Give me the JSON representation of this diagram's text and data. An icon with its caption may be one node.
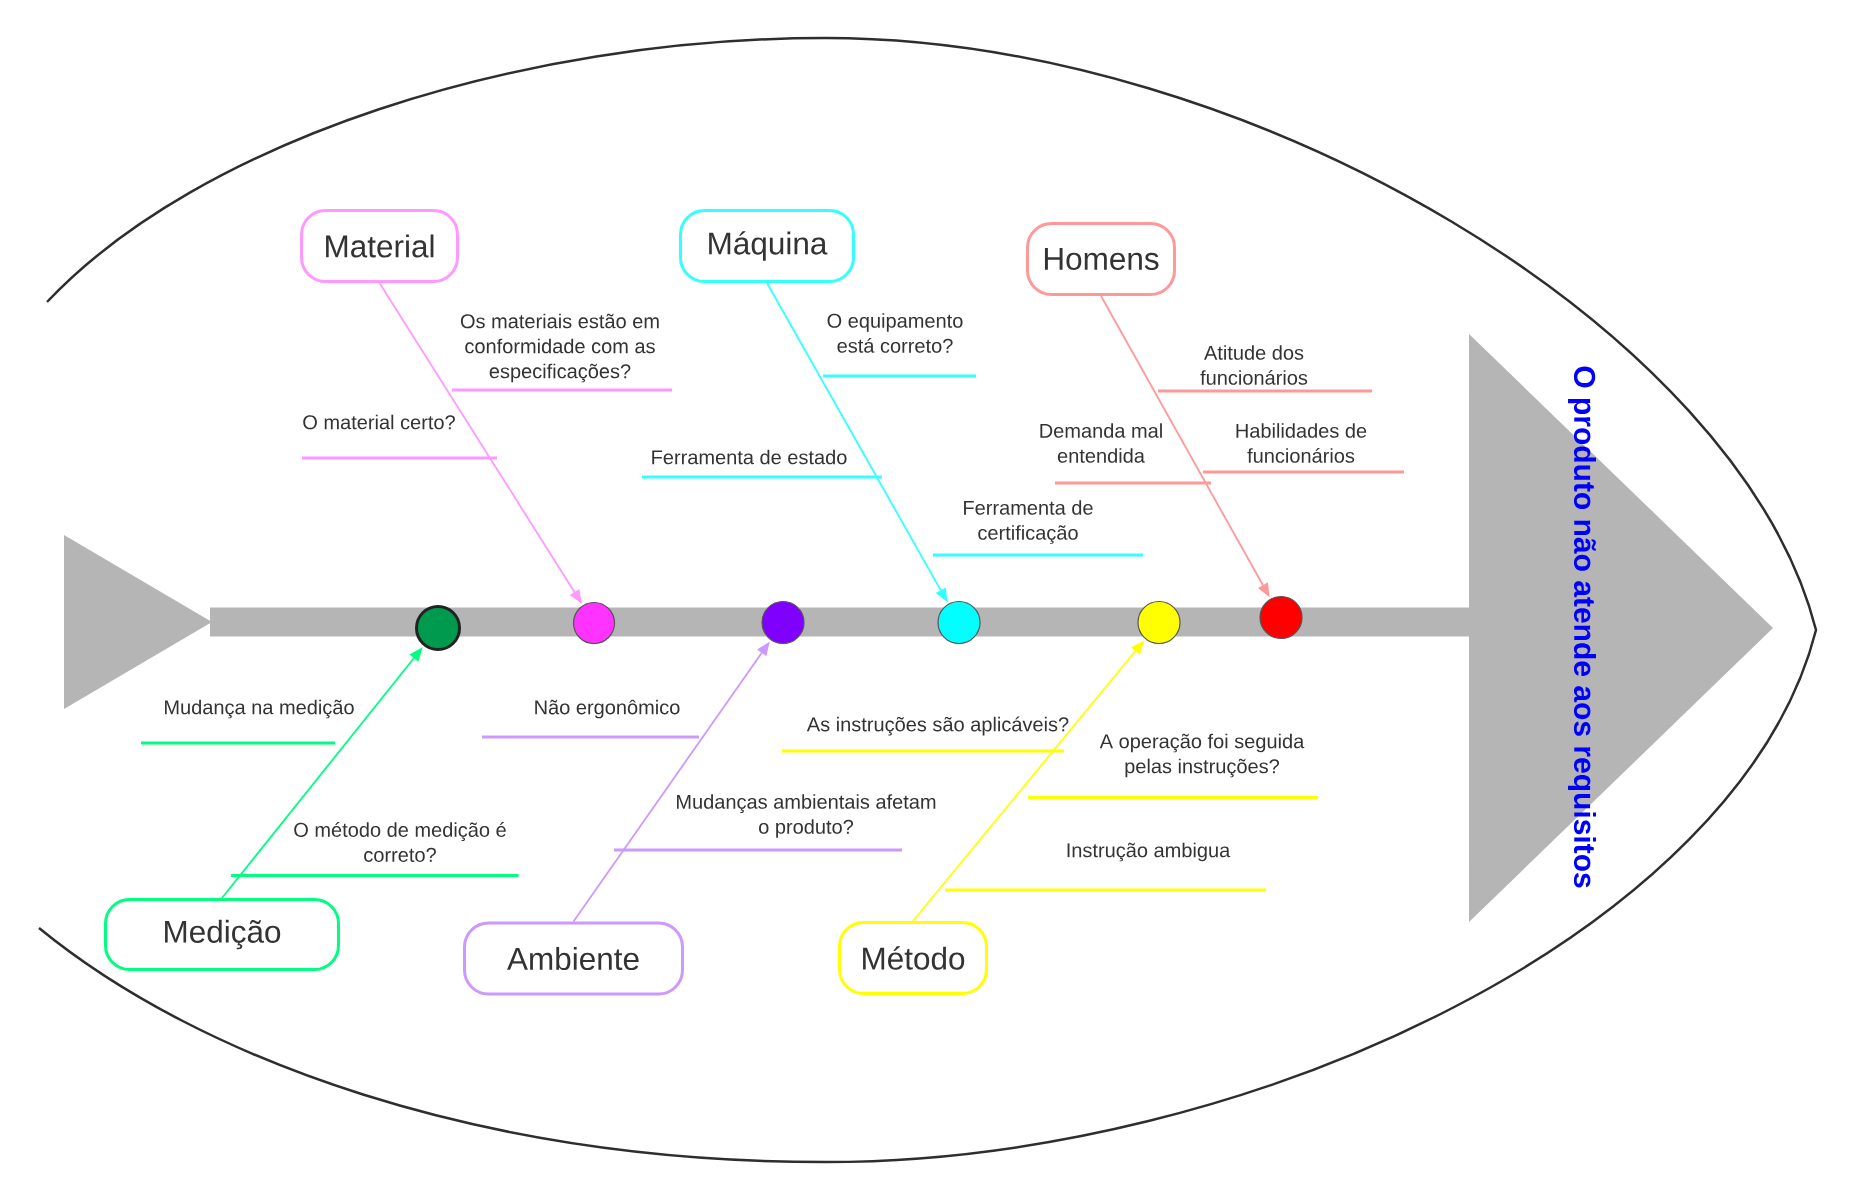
{
  "diagram": {
    "nodes": [
      {
        "text": [
          "Material"
        ]
      },
      {
        "text": [
          "Máquina"
        ]
      },
      {
        "text": [
          "Homens"
        ]
      },
      {
        "text": [],
        "shape": "triangle"
      },
      {
        "text": [],
        "shape": "bar"
      },
      {
        "text": [],
        "shape": "circle"
      },
      {
        "text": [],
        "shape": "circle"
      },
      {
        "text": [],
        "shape": "circle"
      },
      {
        "text": [],
        "shape": "circle"
      },
      {
        "text": [],
        "shape": "circle"
      },
      {
        "text": [],
        "shape": "circle"
      },
      {
        "text": [
          "Medição"
        ]
      },
      {
        "text": [
          "Ambiente"
        ]
      },
      {
        "text": [
          "Método"
        ]
      },
      {
        "text": [
          "O produto não atende aos requisitos"
        ]
      }
    ],
    "edges": [
      {
        "from": 0,
        "to": 6,
        "arrow": "to",
        "color": "#ff99ff"
      },
      {
        "from": 1,
        "to": 8,
        "arrow": "to",
        "color": "#33ffff"
      },
      {
        "from": 2,
        "to": 10,
        "arrow": "to",
        "color": "#ff9999"
      },
      {
        "from": 11,
        "to": 5,
        "arrow": "to",
        "color": "#00ff80"
      },
      {
        "from": 12,
        "to": 7,
        "arrow": "to",
        "color": "#cc99ff"
      },
      {
        "from": 13,
        "to": 9,
        "arrow": "to",
        "color": "#ffff00"
      }
    ],
    "labels": [
      "Os materiais estão em conformidade com as especificações?",
      "O equipamento está correto?",
      "Atitude dos funcionários",
      "O material certo?",
      "Demanda mal entendida",
      "Habilidades de funcionários",
      "Ferramenta de estado",
      "Ferramenta de certificação",
      "Mudança na medição",
      "Não ergonômico",
      "As instruções são aplicáveis?",
      "A operação foi seguida pelas instruções?",
      "Mudanças ambientais afetam o produto?",
      "O método de medição é correto?",
      "Instrução ambigua"
    ]
  }
}
